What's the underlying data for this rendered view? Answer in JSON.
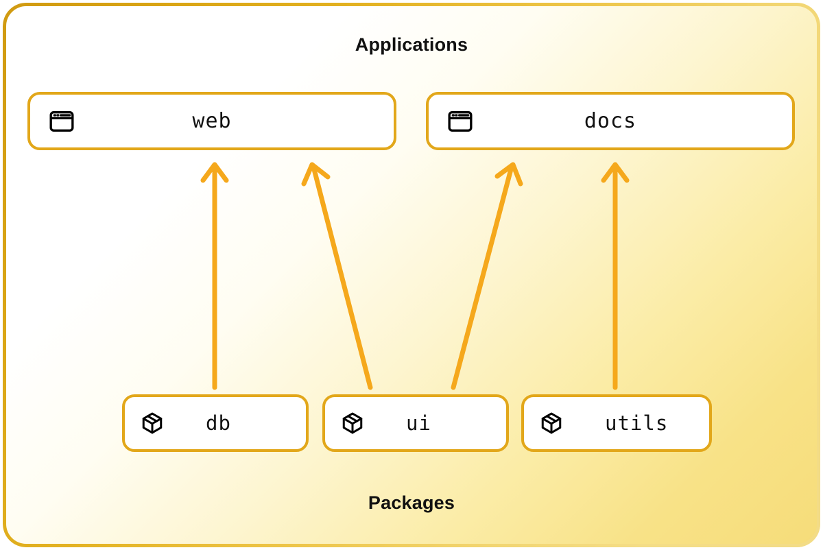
{
  "diagram": {
    "title": "Monorepo workspace dependency diagram",
    "groups": {
      "applications_label": "Applications",
      "packages_label": "Packages"
    },
    "colors": {
      "node_border": "#E2A71A",
      "node_fill": "#FFFFFF",
      "arrow": "#F5A81C",
      "frame_border_start": "#D09A12",
      "frame_border_end": "#F3DC86",
      "background_start": "#FFFFFF",
      "background_end": "#F6DC79",
      "text": "#111111"
    },
    "applications": [
      {
        "id": "web",
        "label": "web",
        "icon": "browser-window-icon"
      },
      {
        "id": "docs",
        "label": "docs",
        "icon": "browser-window-icon"
      }
    ],
    "packages": [
      {
        "id": "db",
        "label": "db",
        "icon": "package-box-icon"
      },
      {
        "id": "ui",
        "label": "ui",
        "icon": "package-box-icon"
      },
      {
        "id": "utils",
        "label": "utils",
        "icon": "package-box-icon"
      }
    ],
    "edges": [
      {
        "from": "db",
        "to": "web",
        "direction": "up"
      },
      {
        "from": "ui",
        "to": "web",
        "direction": "up"
      },
      {
        "from": "ui",
        "to": "docs",
        "direction": "up"
      },
      {
        "from": "utils",
        "to": "docs",
        "direction": "up"
      }
    ]
  }
}
